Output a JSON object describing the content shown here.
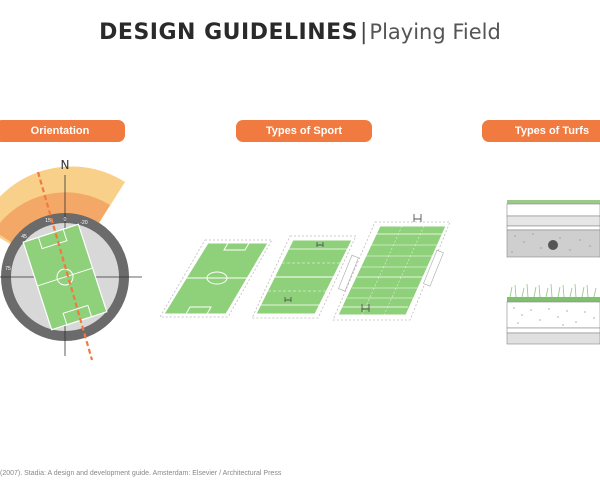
{
  "header": {
    "title_main": "DESIGN GUIDELINES",
    "separator": "|",
    "title_sub": "Playing Field"
  },
  "sections": [
    {
      "label": "Orientation"
    },
    {
      "label": "Types of Sport"
    },
    {
      "label": "Types of Turfs"
    }
  ],
  "orientation": {
    "north_label": "N",
    "angle_labels": [
      "15",
      "0",
      "-20",
      "45",
      "75"
    ]
  },
  "citation": "(2007). Stadia: A design and development guide. Amsterdam: Elsevier / Architectural Press",
  "colors": {
    "accent": "#f07a3f",
    "field_green": "#8fd07a",
    "ring_gray": "#6b6b6b",
    "zone_yellow": "#f8d08a",
    "zone_orange": "#f4a868"
  }
}
